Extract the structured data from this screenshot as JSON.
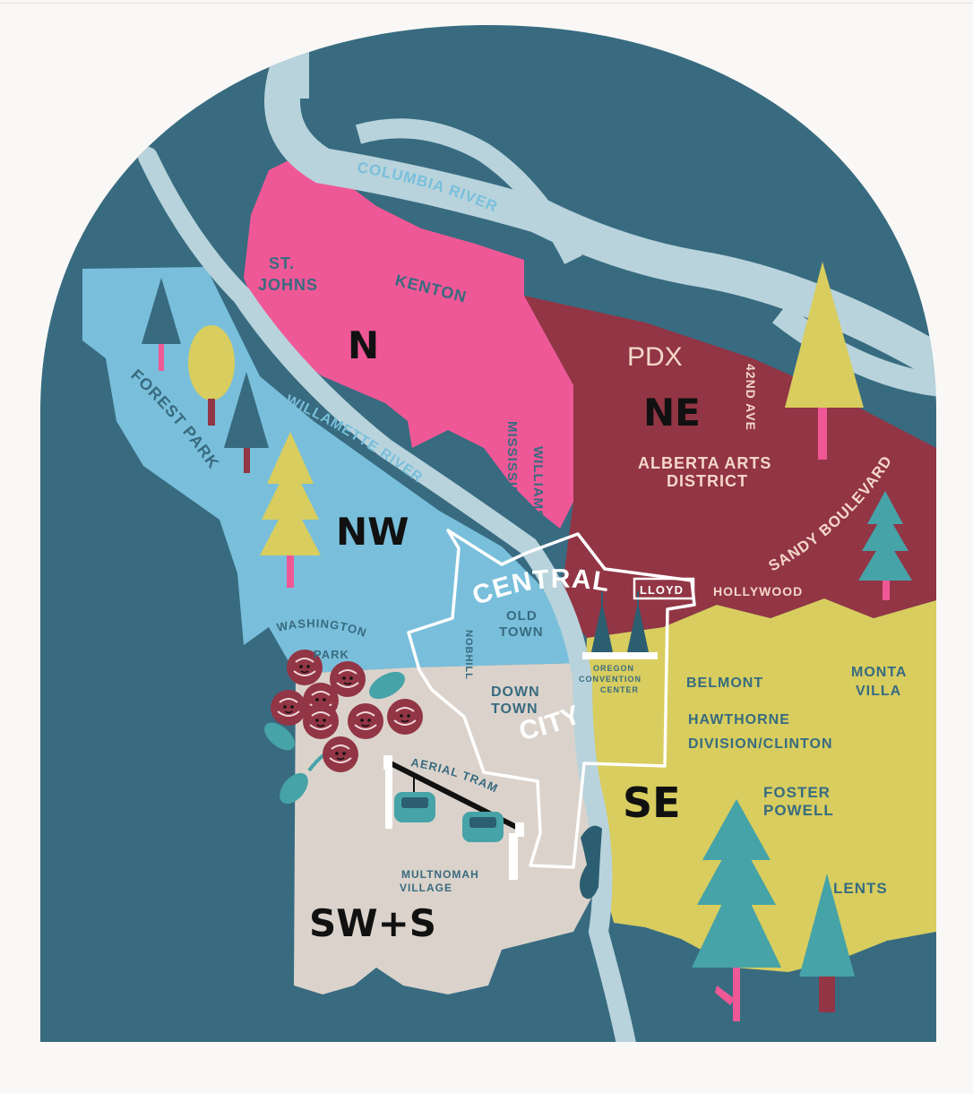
{
  "colors": {
    "background": "#f9f8f6",
    "frame": "#386b80",
    "river": "#b8d3dc",
    "north": "#ef5896",
    "northeast": "#923545",
    "northwest": "#79bfdb",
    "southeast": "#d8cd5e",
    "southwest": "#dbd3cb",
    "teal": "#46a3a8",
    "dark_teal": "#2b5e70"
  },
  "districts": {
    "n": "N",
    "ne": "NE",
    "nw": "NW",
    "se": "SE",
    "sws": "SW+S",
    "central_word": "CENTRAL",
    "city_word": "CITY"
  },
  "rivers": {
    "columbia": "COLUMBIA RIVER",
    "willamette": "WILLAMETTE RIVER"
  },
  "places": {
    "st_johns_1": "ST.",
    "st_johns_2": "JOHNS",
    "kenton": "KENTON",
    "forest_park": "FOREST PARK",
    "mississippi": "MISSISSIPPI",
    "williams": "WILLIAMS",
    "pdx": "PDX",
    "ave_42nd": "42ND AVE",
    "alberta_1": "ALBERTA ARTS",
    "alberta_2": "DISTRICT",
    "sandy": "SANDY BOULEVARD",
    "lloyd": "LLOYD",
    "hollywood": "HOLLYWOOD",
    "old_town_1": "OLD",
    "old_town_2": "TOWN",
    "nobhill": "NOBHILL",
    "washington_1": "WASHINGTON",
    "washington_2": "PARK",
    "downtown_1": "DOWN",
    "downtown_2": "TOWN",
    "convention_1": "OREGON",
    "convention_2": "CONVENTION",
    "convention_3": "CENTER",
    "belmont": "BELMONT",
    "monta_1": "MONTA",
    "monta_2": "VILLA",
    "hawthorne": "HAWTHORNE",
    "division": "DIVISION/CLINTON",
    "foster_1": "FOSTER",
    "foster_2": "POWELL",
    "aerial_tram": "AERIAL TRAM",
    "multnomah_1": "MULTNOMAH",
    "multnomah_2": "VILLAGE",
    "lents": "LENTS"
  },
  "icons": [
    "tree-icon",
    "rose-icon",
    "leaf-icon",
    "gondola-icon",
    "convention-tower-icon"
  ]
}
